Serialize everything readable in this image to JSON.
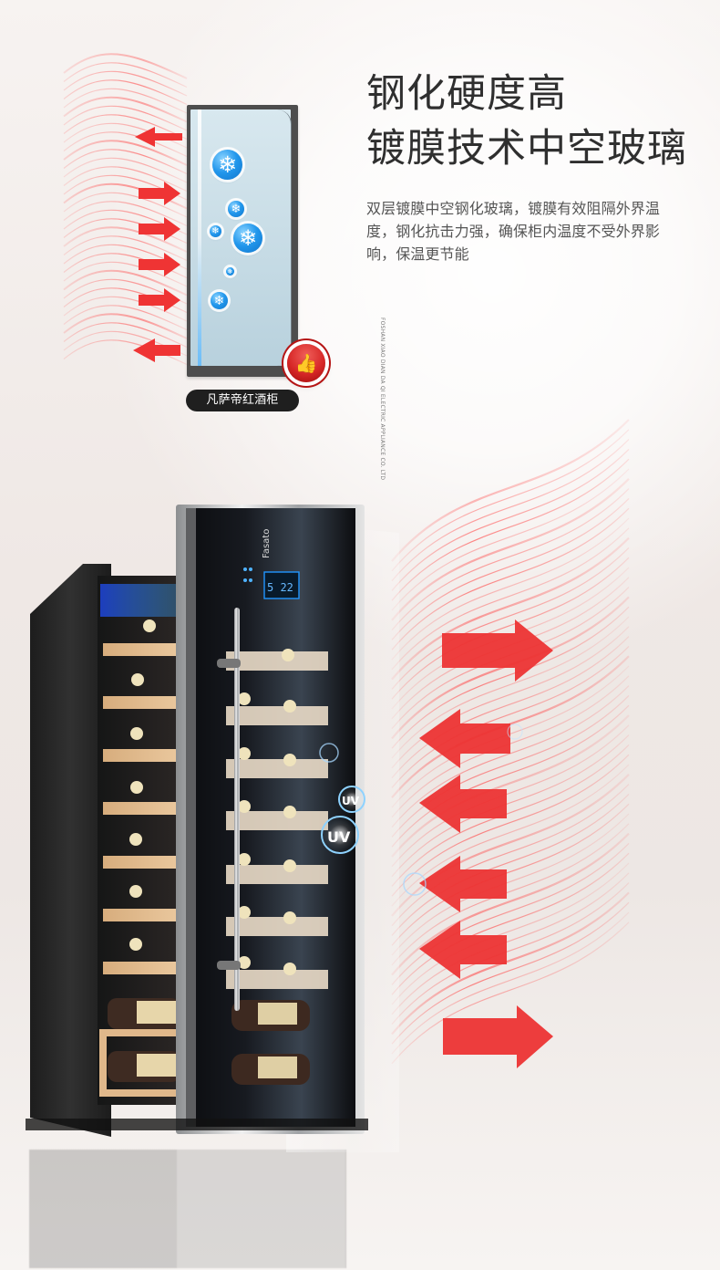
{
  "headline": {
    "line1": "钢化硬度高",
    "line2": "镀膜技术中空玻璃"
  },
  "description": "双层镀膜中空钢化玻璃，镀膜有效阻隔外界温度，钢化抗击力强，确保柜内温度不受外界影响，保温更节能",
  "company": "FOSHAN XIAO DIAN DA QI ELECTRIC APPLIANCE CO. LTD",
  "product_label": "凡萨帝红酒柜",
  "display": {
    "brand": "Fasato",
    "temperature": "5 22"
  },
  "uv": {
    "small": "UV",
    "large": "UV"
  },
  "icons": {
    "snowflake": "snowflake-icon",
    "thumb": "thumbs-up-icon",
    "arrow": "red-arrow-icon",
    "uv": "uv-icon"
  },
  "colors": {
    "accent_red": "#e62b2b",
    "glass_blue": "#1d88e5",
    "text_dark": "#2f2f2f",
    "label_bg": "#1f1f1f"
  }
}
